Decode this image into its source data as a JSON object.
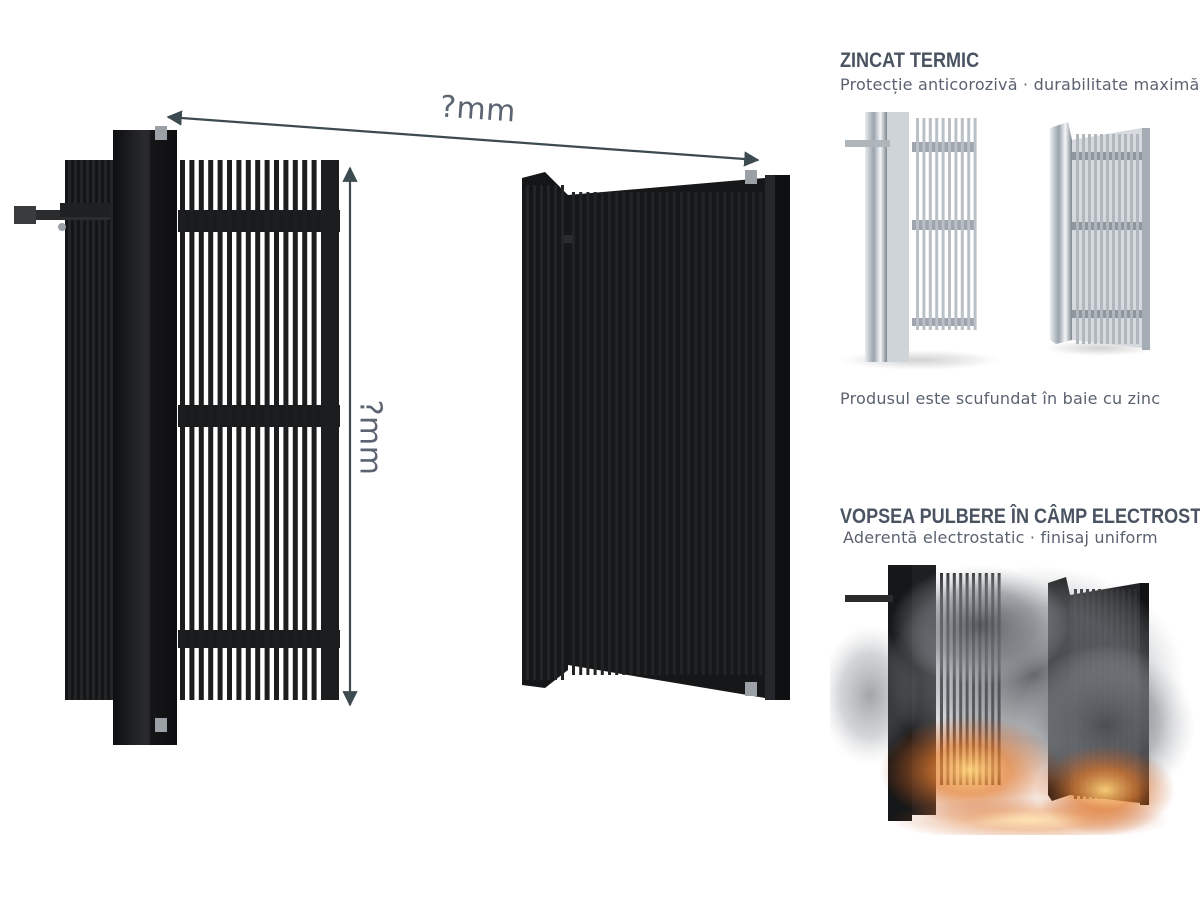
{
  "dimensions": {
    "width_label": "?mm",
    "height_label": "?mm"
  },
  "galvanizing": {
    "title": "ZINCAT TERMIC",
    "subtitle": "Protecție anticorozivă · durabilitate maximă",
    "note": "Produsul este scufundat în baie cu zinc"
  },
  "powder_coating": {
    "title": "VOPSEA PULBERE ÎN CÂMP ELECTROSTATIC",
    "subtitle": "Aderentă electrostatic · finisaj uniform"
  },
  "colors": {
    "gate_black": "#1a1b1d",
    "dimension_line": "#3d4a4f",
    "label_gray": "#5c6472",
    "steel": "#c8cdd3"
  }
}
